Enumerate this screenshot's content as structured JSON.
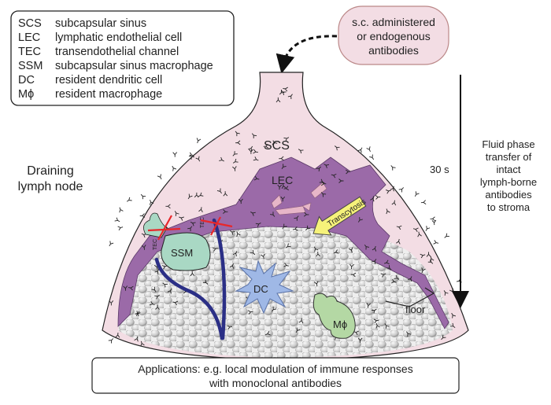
{
  "legend": {
    "items": [
      {
        "abbr": "SCS",
        "desc": "subcapsular sinus"
      },
      {
        "abbr": "LEC",
        "desc": "lymphatic endothelial cell"
      },
      {
        "abbr": "TEC",
        "desc": "transendothelial channel"
      },
      {
        "abbr": "SSM",
        "desc": "subcapsular sinus macrophage"
      },
      {
        "abbr": "DC",
        "desc": "resident dendritic cell"
      },
      {
        "abbr": "Mϕ",
        "desc": "resident macrophage"
      }
    ]
  },
  "source_box": {
    "lines": [
      "s.c. administered",
      "or endogenous",
      "antibodies"
    ]
  },
  "labels": {
    "scs": "SCS",
    "lec": "LEC",
    "tec": "TEC",
    "ssm": "SSM",
    "dc": "DC",
    "macrophage": "Mϕ",
    "transcytosis": "Transcytosis",
    "floor": "floor",
    "time": "30 s",
    "node_line1": "Draining",
    "node_line2": "lymph node"
  },
  "side_note": {
    "lines": [
      "Fluid phase",
      "transfer of",
      "intact",
      "lymph-borne",
      "antibodies",
      "to stroma"
    ]
  },
  "applications": {
    "lines": [
      "Applications: e.g. local modulation of immune responses",
      "with monoclonal antibodies"
    ]
  },
  "colors": {
    "sinus_pink": "#f3dde4",
    "lec_purple": "#9b6aa8",
    "ssm_green": "#a9d8c4",
    "dc_blue": "#9fb8e6",
    "macrophage_green": "#b4d8a4",
    "vessel_navy": "#2b2f86",
    "block_red": "#e8272a",
    "transcytosis_yellow": "#f6f27a"
  }
}
